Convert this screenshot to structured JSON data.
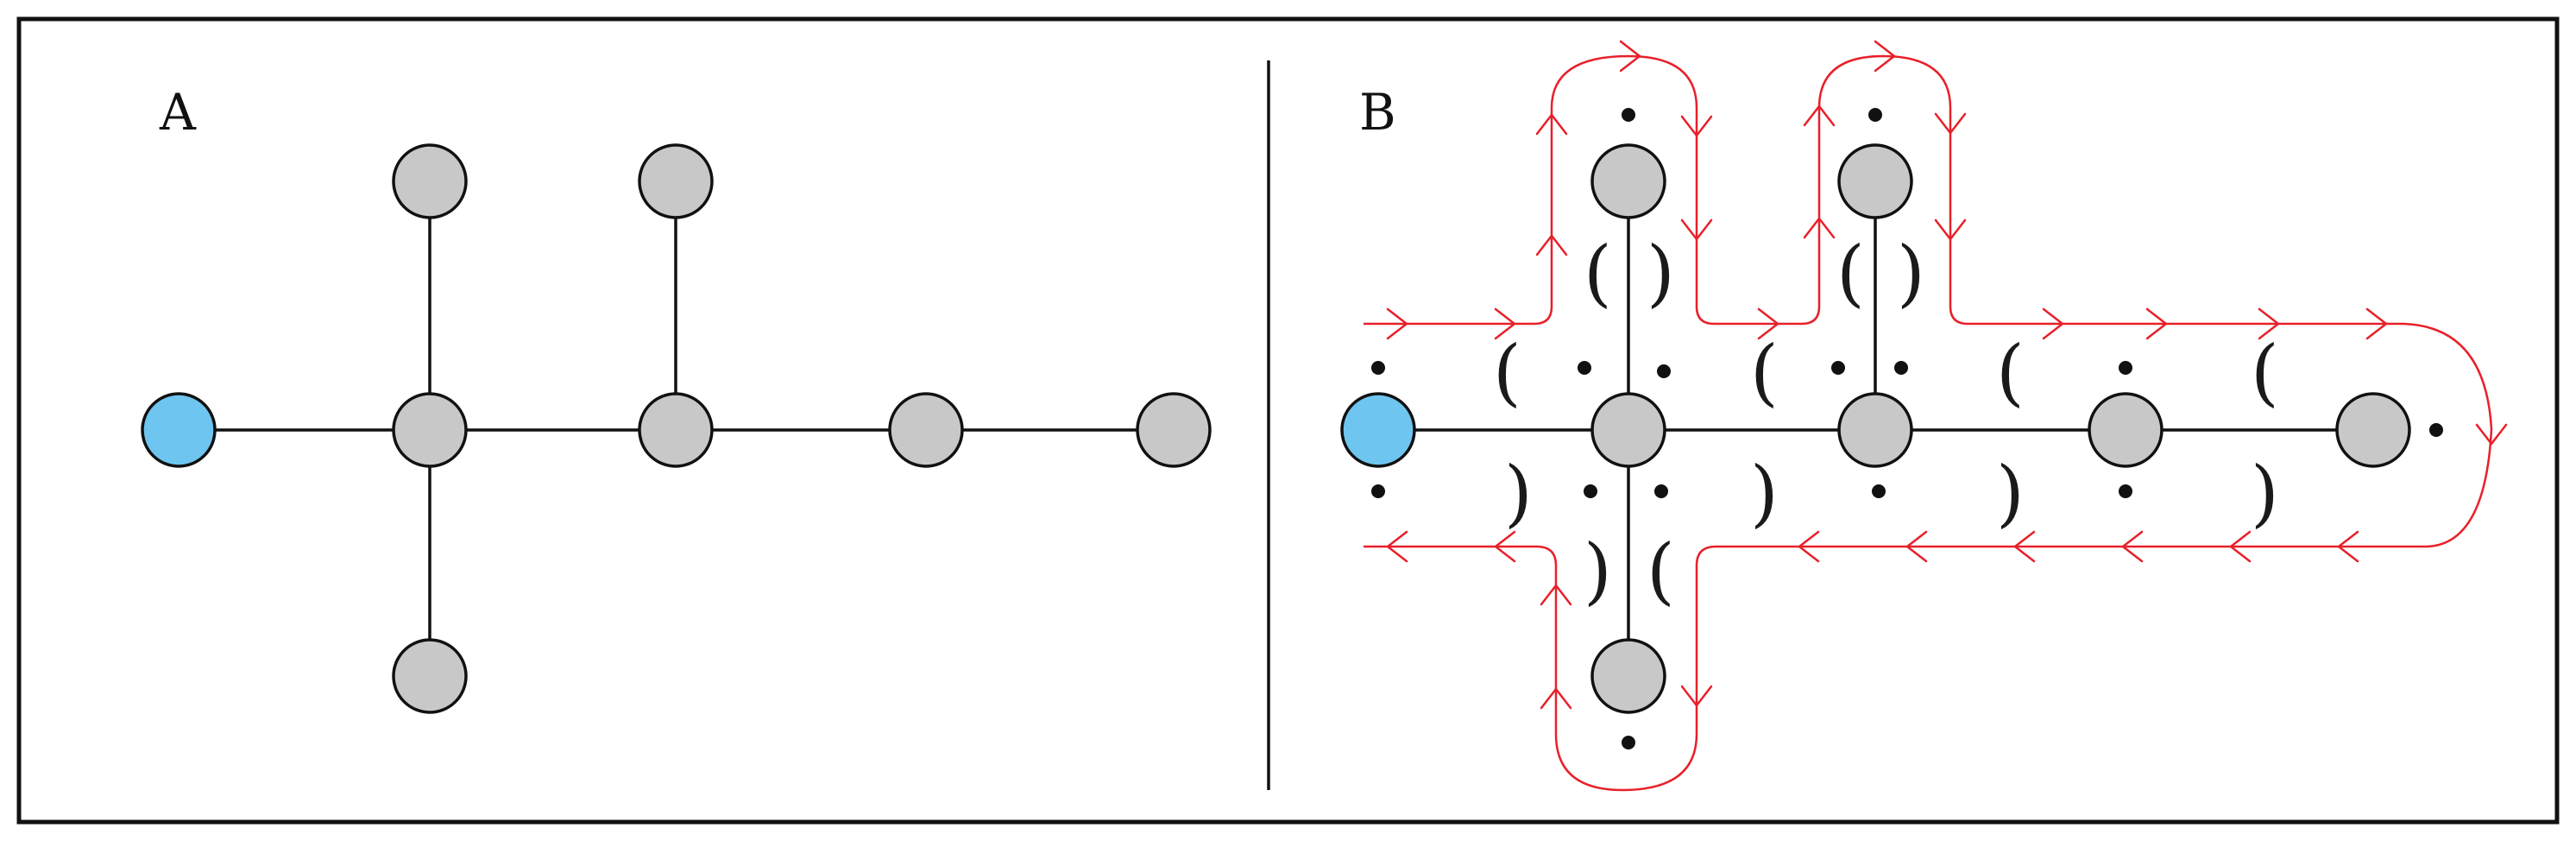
{
  "panels": {
    "a": {
      "label": "A"
    },
    "b": {
      "label": "B"
    }
  },
  "colors": {
    "root_node": "#6ec6f0",
    "node": "#c8c8c8",
    "tour_path": "#e8202a",
    "edge": "#111111"
  },
  "tree": {
    "nodes": [
      "root",
      "hub1",
      "hub2",
      "n4",
      "n5",
      "top1",
      "top2",
      "bottom1"
    ],
    "root": "root",
    "edges": [
      [
        "root",
        "hub1"
      ],
      [
        "hub1",
        "hub2"
      ],
      [
        "hub2",
        "n4"
      ],
      [
        "n4",
        "n5"
      ],
      [
        "hub1",
        "top1"
      ],
      [
        "hub1",
        "bottom1"
      ],
      [
        "hub2",
        "top2"
      ]
    ]
  },
  "tour_labels": {
    "open_paren": "(",
    "close_paren": ")"
  }
}
